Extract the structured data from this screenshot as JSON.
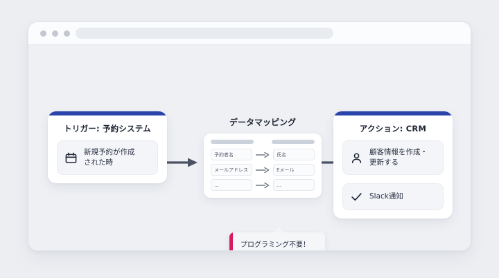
{
  "browser": {
    "traffic_lights": [
      "dot-red",
      "dot-yellow",
      "dot-green"
    ],
    "address_bar_value": "",
    "address_bar_placeholder": ""
  },
  "flow": {
    "trigger_card": {
      "title": "トリガー: 予約システム",
      "accent_color": "#2b44ab",
      "items": [
        {
          "icon": "calendar-icon",
          "label": "新規予約が作成\nされた時"
        }
      ]
    },
    "mapping": {
      "title": "データマッピング",
      "column_headers": [
        "",
        ""
      ],
      "rows": [
        {
          "source": "予約者名",
          "arrow": "→",
          "target": "氏名"
        },
        {
          "source": "メールアドレス",
          "arrow": "→",
          "target": "Eメール"
        },
        {
          "source": "…",
          "arrow": "→",
          "target": "…"
        }
      ]
    },
    "action_card": {
      "title": "アクション: CRM",
      "accent_color": "#2b44ab",
      "items": [
        {
          "icon": "user-icon",
          "label": "顧客情報を作成・\n更新する"
        },
        {
          "icon": "check-icon",
          "label": "Slack通知"
        }
      ]
    },
    "connectors": [
      {
        "name": "arrow-trigger-to-mapping",
        "icon": "arrow-right-icon"
      },
      {
        "name": "arrow-mapping-to-action",
        "icon": "arrow-right-icon"
      }
    ],
    "callout": {
      "text": "プログラミング不要！",
      "accent_color": "#d81b60"
    }
  }
}
